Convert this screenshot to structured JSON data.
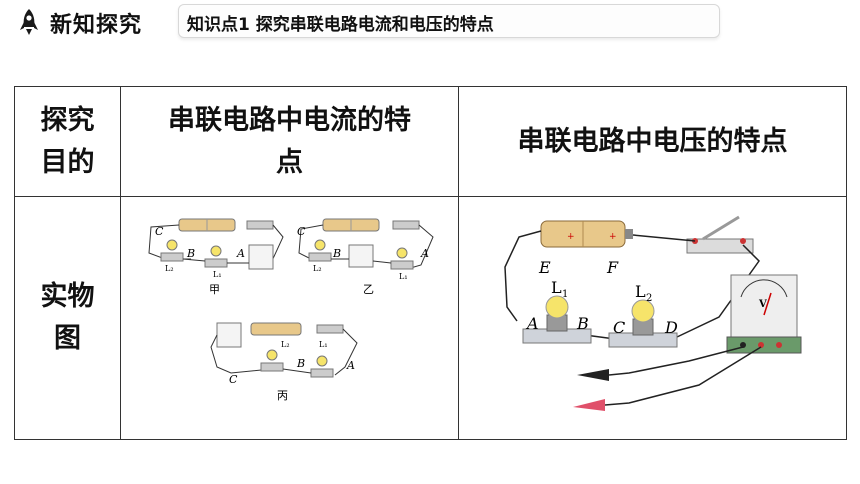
{
  "header": {
    "section_title": "新知探究",
    "topic": "知识点1  探究串联电路电流和电压的特点"
  },
  "table": {
    "col_header_1": "探究目的",
    "col_header_1_line1": "探究",
    "col_header_1_line2": "目的",
    "col_header_2_line1": "串联电路中电流的特",
    "col_header_2_line2": "点",
    "col_header_3": "串联电路中电压的特点",
    "row_header_line1": "实物",
    "row_header_line2": "图"
  },
  "current_diagram": {
    "jia": {
      "caption": "甲",
      "labels": [
        "C",
        "B",
        "A",
        "L₂",
        "L₁"
      ]
    },
    "yi": {
      "caption": "乙",
      "labels": [
        "C",
        "B",
        "A",
        "L₂",
        "L₁"
      ]
    },
    "bing": {
      "caption": "丙",
      "labels": [
        "C",
        "B",
        "A",
        "L₂",
        "L₁"
      ]
    }
  },
  "voltage_diagram": {
    "labels": {
      "E": "E",
      "F": "F",
      "A": "A",
      "B": "B",
      "C": "C",
      "D": "D",
      "L1": "L",
      "L1_sub": "1",
      "L2": "L",
      "L2_sub": "2",
      "V": "V"
    }
  },
  "colors": {
    "accent": "#1a1a1a",
    "battery": "#e8c88a",
    "lamp": "#f6e46a",
    "clip_black": "#222222",
    "clip_red": "#e0506a"
  }
}
